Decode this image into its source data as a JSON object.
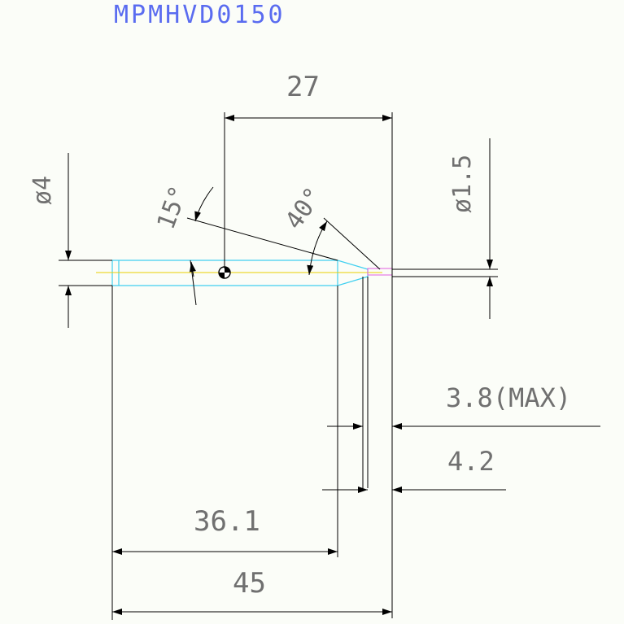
{
  "title": "MPMHVD0150",
  "dimensions": {
    "length_27": "27",
    "diameter_4": "ø4",
    "diameter_1_5": "ø1.5",
    "angle_15": "15°",
    "angle_40": "40°",
    "depth_max": "3.8(MAX)",
    "length_4_2": "4.2",
    "length_36_1": "36.1",
    "length_45": "45"
  },
  "colors": {
    "title": "#5a6cf0",
    "dimension_text": "#707070",
    "lines": "#000000",
    "body_outline": "#40d0f0",
    "centerline": "#e8d000",
    "tip": "#e060e0",
    "background": "#fbfdf8"
  }
}
